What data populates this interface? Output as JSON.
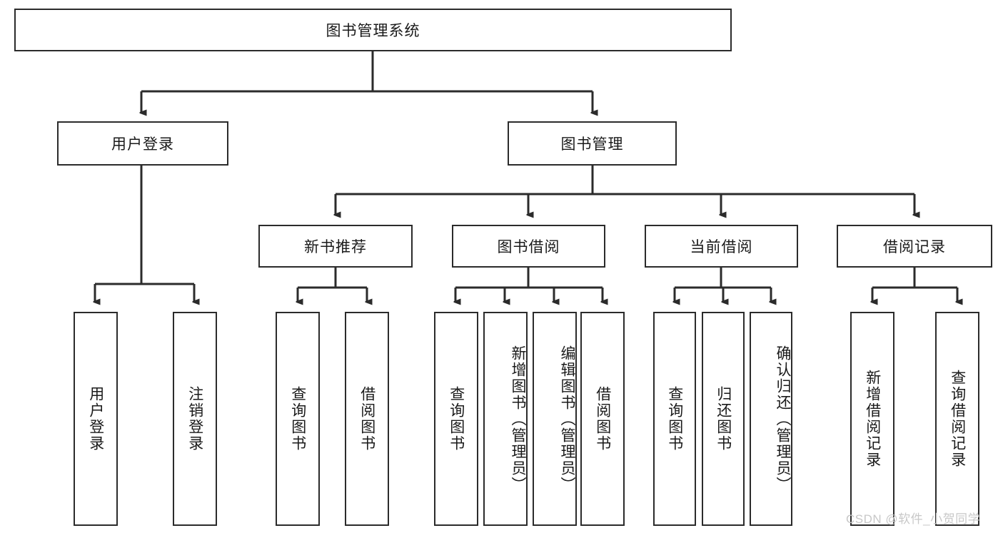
{
  "diagram": {
    "type": "tree-hierarchy",
    "title": "图书管理系统",
    "root": {
      "label": "图书管理系统"
    },
    "level1": [
      {
        "label": "用户登录"
      },
      {
        "label": "图书管理"
      }
    ],
    "level2": [
      {
        "label": "新书推荐"
      },
      {
        "label": "图书借阅"
      },
      {
        "label": "当前借阅"
      },
      {
        "label": "借阅记录"
      }
    ],
    "leaves": {
      "user_login": [
        {
          "label": "用户登录"
        },
        {
          "label": "注销登录"
        }
      ],
      "new_book_recommend": [
        {
          "label": "查询图书"
        },
        {
          "label": "借阅图书"
        }
      ],
      "book_borrow": [
        {
          "label": "查询图书"
        },
        {
          "label": "新增图书（管理员）"
        },
        {
          "label": "编辑图书（管理员）"
        },
        {
          "label": "借阅图书"
        }
      ],
      "current_borrow": [
        {
          "label": "查询图书"
        },
        {
          "label": "归还图书"
        },
        {
          "label": "确认归还（管理员）"
        }
      ],
      "borrow_record": [
        {
          "label": "新增借阅记录"
        },
        {
          "label": "查询借阅记录"
        }
      ]
    }
  },
  "watermark": {
    "text": "CSDN @软件_小贺同学"
  },
  "colors": {
    "box_border": "#2b2b2b",
    "box_fill": "#ffffff",
    "text": "#1a1a1a",
    "watermark": "#c8c8c8"
  }
}
